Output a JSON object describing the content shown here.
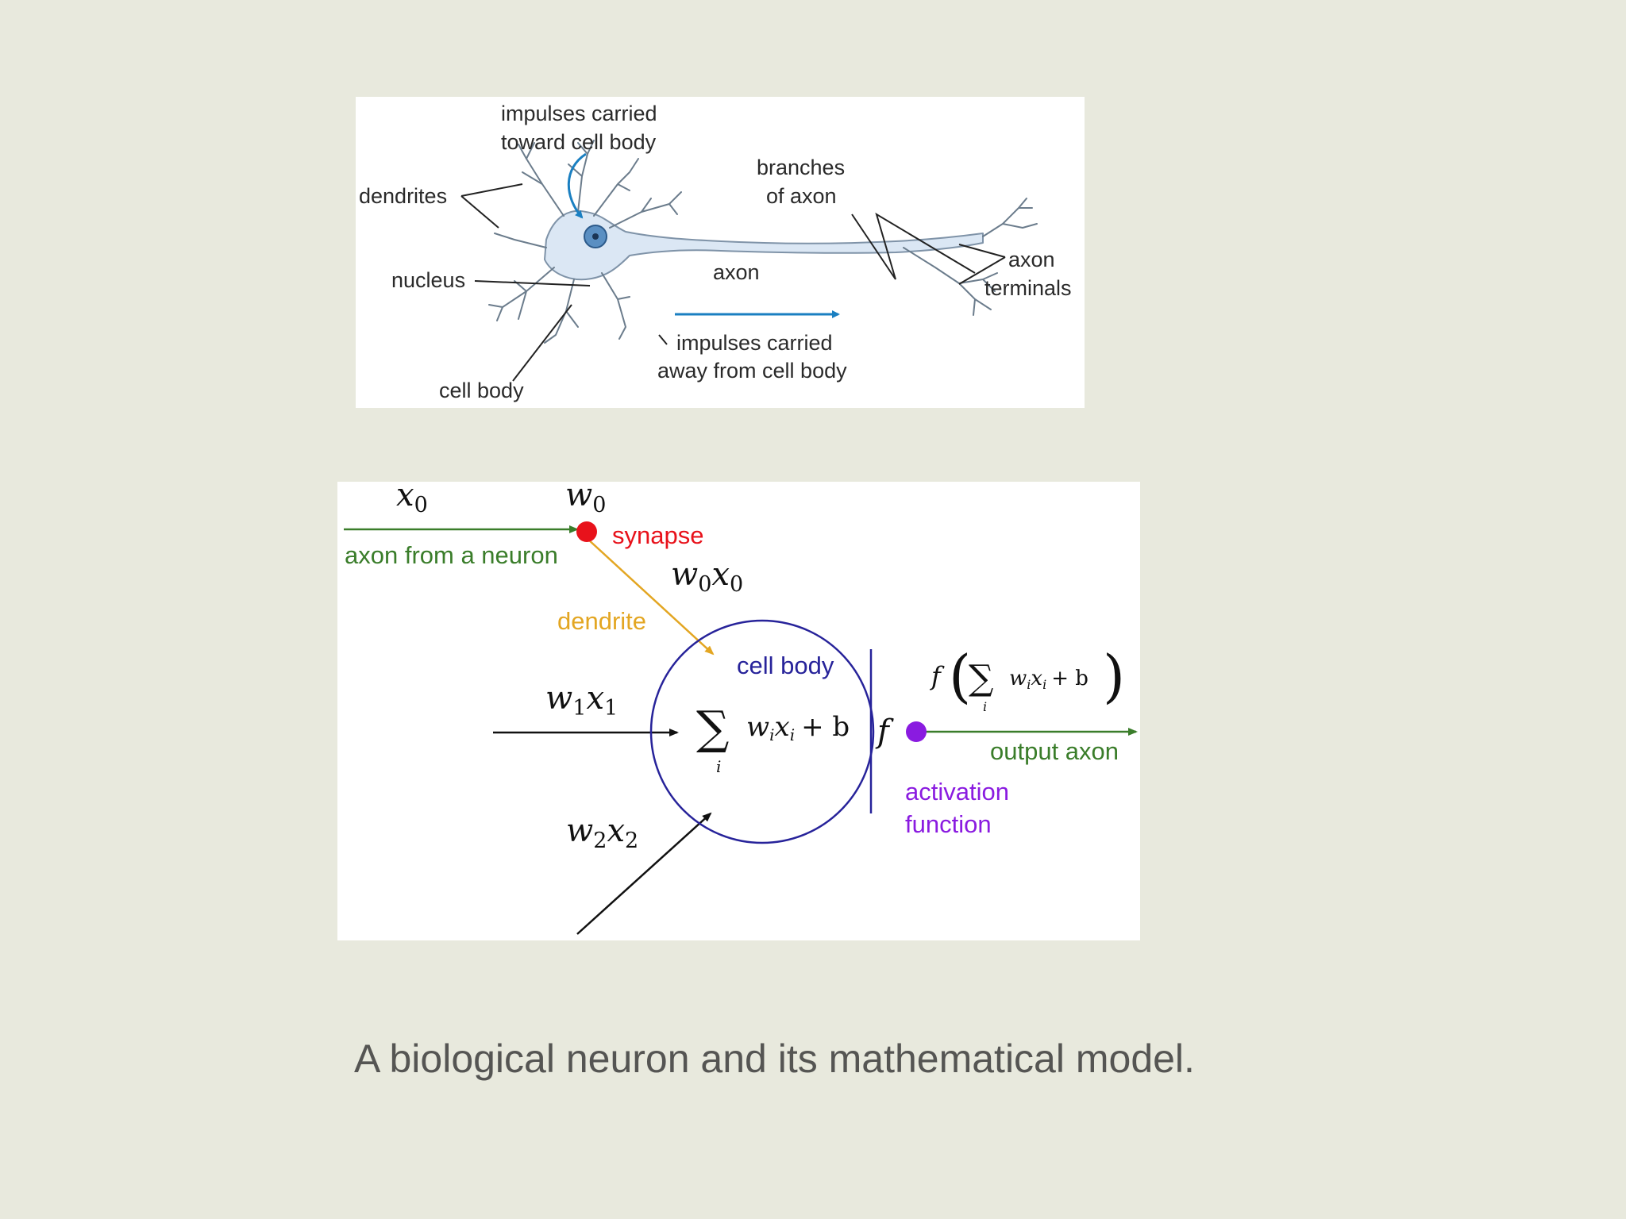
{
  "bio": {
    "dendrites": "dendrites",
    "nucleus": "nucleus",
    "cell_body": "cell body",
    "toward_1": "impulses carried",
    "toward_2": "toward cell body",
    "branches_1": "branches",
    "branches_2": "of axon",
    "axon": "axon",
    "terminals_1": "axon",
    "terminals_2": "terminals",
    "away_1": "impulses carried",
    "away_2": "away from cell body"
  },
  "model": {
    "x0_base": "x",
    "x0_sub": "0",
    "w0_base": "w",
    "w0_sub": "0",
    "synapse": "synapse",
    "axon_from_neuron": "axon from a neuron",
    "w0x0_a": "w",
    "w0x0_as": "0",
    "w0x0_b": "x",
    "w0x0_bs": "0",
    "dendrite": "dendrite",
    "cell_body": "cell body",
    "w1x1_a": "w",
    "w1x1_as": "1",
    "w1x1_b": "x",
    "w1x1_bs": "1",
    "w2x2_a": "w",
    "w2x2_as": "2",
    "w2x2_b": "x",
    "w2x2_bs": "2",
    "sigma": "∑",
    "sum_index": "i",
    "sum_w": "w",
    "sum_wi": "i",
    "sum_x": "x",
    "sum_xi": "i",
    "plus_b": "+ b",
    "f": "f",
    "out_f": "f",
    "out_lparen": "(",
    "out_rparen": ")",
    "output_axon": "output axon",
    "activation_1": "activation",
    "activation_2": "function",
    "colors": {
      "synapse": "#e8121b",
      "input_axon": "#3a7d2a",
      "dendrite": "#e3a622",
      "cell": "#27239a",
      "activation": "#8a1be0",
      "output": "#3a7d2a"
    }
  },
  "caption": "A biological neuron and its mathematical model."
}
